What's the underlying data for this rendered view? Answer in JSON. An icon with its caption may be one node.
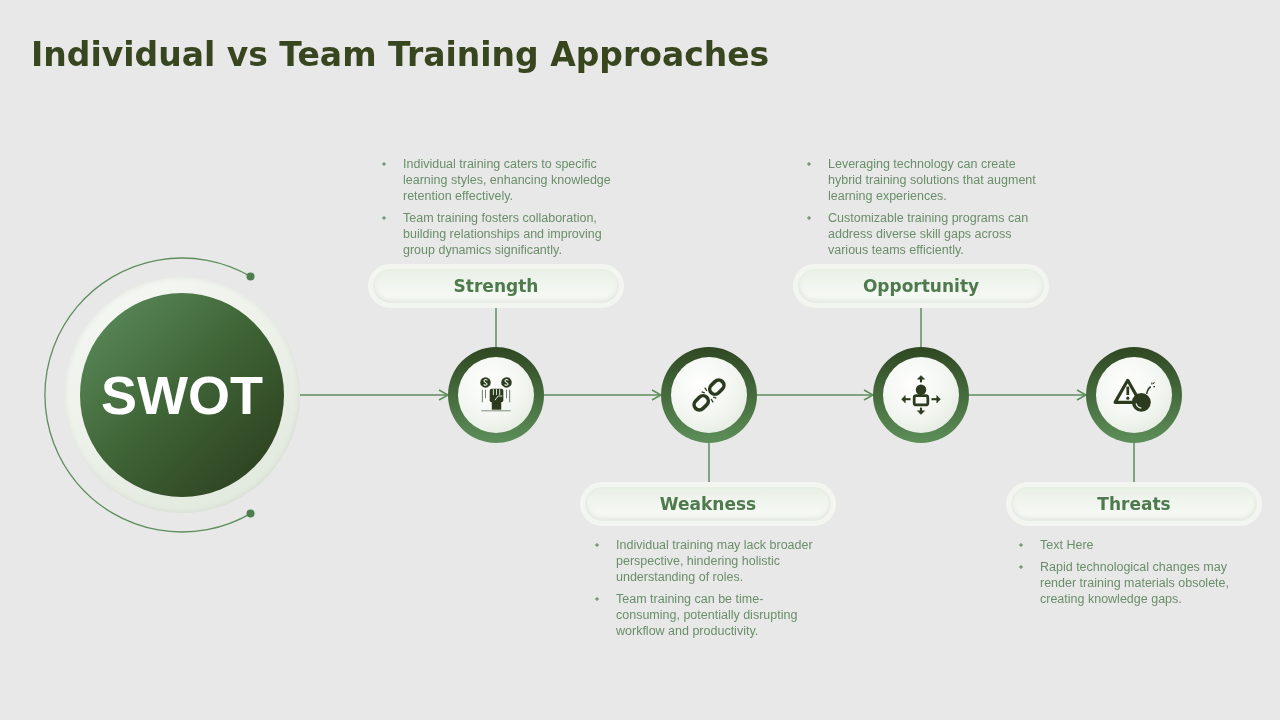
{
  "diagram": {
    "title": "Individual vs Team Training Approaches",
    "nodes": [
      {
        "text": [
          "SWOT"
        ]
      },
      {
        "text": [],
        "shape": "circle"
      },
      {
        "text": [],
        "shape": "circle"
      },
      {
        "text": [],
        "shape": "circle"
      },
      {
        "text": [],
        "shape": "circle"
      },
      {
        "text": [
          "Strength"
        ],
        "beside": [
          "Individual training caters to specific learning styles, enhancing knowledge retention effectively.",
          "Team training fosters collaboration, building relationships and improving group dynamics significantly."
        ]
      },
      {
        "text": [
          "Weakness"
        ],
        "beside": [
          "Individual training may lack broader perspective, hindering holistic understanding of roles.",
          "Team training can be time-consuming, potentially disrupting workflow and productivity."
        ]
      },
      {
        "text": [
          "Opportunity"
        ],
        "beside": [
          "Leveraging technology can create hybrid training solutions that augment learning experiences.",
          "Customizable training programs can address diverse skill gaps across various teams efficiently."
        ]
      },
      {
        "text": [
          "Threats"
        ],
        "beside": [
          "Text Here",
          "Rapid technological changes may render training materials obsolete, creating knowledge gaps."
        ]
      }
    ],
    "edges": [
      {
        "from": 0,
        "to": 1,
        "arrow": "to"
      },
      {
        "from": 1,
        "to": 2,
        "arrow": "to"
      },
      {
        "from": 2,
        "to": 3,
        "arrow": "to"
      },
      {
        "from": 3,
        "to": 4,
        "arrow": "to"
      },
      {
        "from": 1,
        "to": 5,
        "arrow": "none"
      },
      {
        "from": 2,
        "to": 6,
        "arrow": "none"
      },
      {
        "from": 3,
        "to": 7,
        "arrow": "none"
      },
      {
        "from": 4,
        "to": 8,
        "arrow": "none"
      }
    ]
  }
}
